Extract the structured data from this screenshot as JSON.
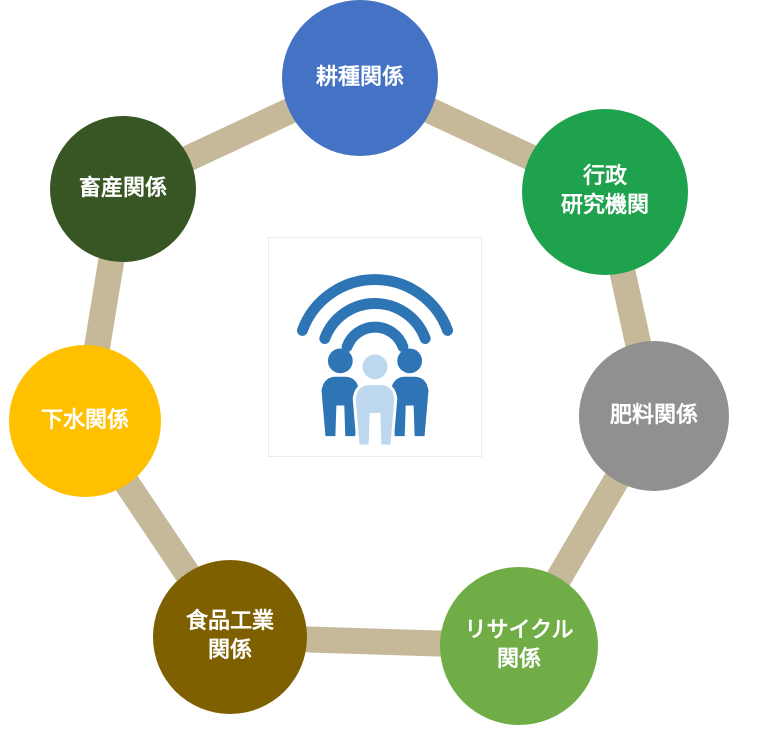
{
  "diagram": {
    "type": "cycle",
    "ring_color": "#C5B999",
    "nodes": [
      {
        "label": "耕種関係",
        "color": "#4472C4"
      },
      {
        "label": "行政\n研究機関",
        "color": "#1FA24D"
      },
      {
        "label": "肥料関係",
        "color": "#909090"
      },
      {
        "label": "リサイクル\n関係",
        "color": "#70AD47"
      },
      {
        "label": "食品工業\n関係",
        "color": "#7F6000"
      },
      {
        "label": "下水関係",
        "color": "#FFC000"
      },
      {
        "label": "畜産関係",
        "color": "#375623"
      }
    ],
    "center_icon": {
      "name": "people-wifi-icon",
      "arc_color": "#2E75B6",
      "person_dark_color": "#2E75B6",
      "person_light_color": "#BDD7EE",
      "background": "#FFFFFF"
    }
  }
}
